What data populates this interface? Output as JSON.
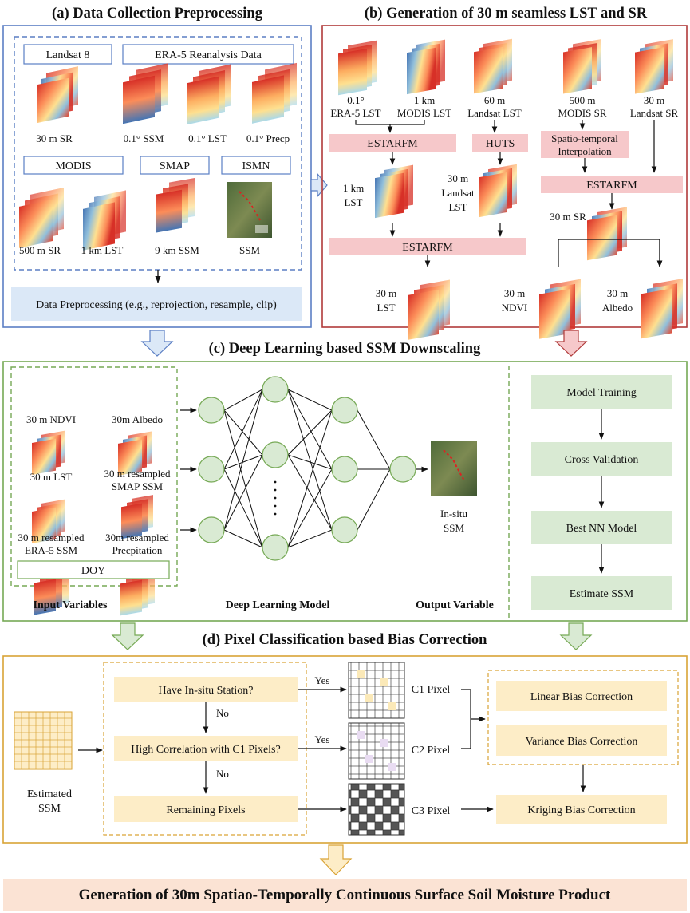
{
  "titles": {
    "a": "(a) Data Collection Preprocessing",
    "b": "(b) Generation of 30 m seamless LST and SR",
    "c": "(c) Deep Learning based SSM Downscaling",
    "d": "(d) Pixel Classification based Bias Correction"
  },
  "panel_a": {
    "sources": {
      "landsat": "Landsat 8",
      "era5": "ERA-5 Reanalysis Data",
      "modis": "MODIS",
      "smap": "SMAP",
      "ismn": "ISMN"
    },
    "tiles": {
      "sr30": "30 m SR",
      "ssm01": "0.1° SSM",
      "lst01": "0.1° LST",
      "precp01": "0.1° Precp",
      "sr500": "500 m SR",
      "lst1km": "1 km LST",
      "ssm9km": "9 km SSM",
      "ssm": "SSM"
    },
    "preprocess": "Data Preprocessing (e.g., reprojection, resample, clip)"
  },
  "panel_b": {
    "era5_lst_1": "0.1°",
    "era5_lst_2": "ERA-5 LST",
    "modis_lst_1": "1 km",
    "modis_lst_2": "MODIS LST",
    "landsat_lst_1": "60 m",
    "landsat_lst_2": "Landsat LST",
    "modis_sr_1": "500 m",
    "modis_sr_2": "MODIS SR",
    "landsat_sr_1": "30 m",
    "landsat_sr_2": "Landsat SR",
    "estarfm": "ESTARFM",
    "huts": "HUTS",
    "interp_1": "Spatio-temporal",
    "interp_2": "Interpolation",
    "lst1km_1": "1 km",
    "lst1km_2": "LST",
    "landsat30_1": "30 m",
    "landsat30_2": "Landsat",
    "landsat30_3": "LST",
    "sr30": "30 m SR",
    "out_lst_1": "30 m",
    "out_lst_2": "LST",
    "out_ndvi_1": "30 m",
    "out_ndvi_2": "NDVI",
    "out_albedo_1": "30 m",
    "out_albedo_2": "Albedo"
  },
  "panel_c": {
    "inputs": {
      "ndvi": "30 m NDVI",
      "albedo": "30m Albedo",
      "lst": "30 m LST",
      "smap_1": "30 m resampled",
      "smap_2": "SMAP SSM",
      "era5_1": "30 m resampled",
      "era5_2": "ERA-5 SSM",
      "precip_1": "30m resampled",
      "precip_2": "Precpitation",
      "doy": "DOY"
    },
    "insitu_1": "In-situ",
    "insitu_2": "SSM",
    "input_label": "Input Variables",
    "model_label": "Deep Learning Model",
    "output_label": "Output Variable",
    "steps": [
      "Model Training",
      "Cross Validation",
      "Best NN Model",
      "Estimate SSM"
    ]
  },
  "panel_d": {
    "estimated_1": "Estimated",
    "estimated_2": "SSM",
    "q1": "Have In-situ Station?",
    "q2": "High Correlation with C1 Pixels?",
    "q3": "Remaining Pixels",
    "yes": "Yes",
    "no": "No",
    "c1": "C1 Pixel",
    "c2": "C2 Pixel",
    "c3": "C3 Pixel",
    "linear": "Linear Bias Correction",
    "variance": "Variance Bias Correction",
    "kriging": "Kriging Bias Correction"
  },
  "final": "Generation of 30m Spatiao-Temporally Continuous Surface Soil Moisture Product",
  "colors": {
    "blue_frame": "#5b7fc4",
    "red_frame": "#b03a3a",
    "green_frame": "#76a955",
    "gold_frame": "#d9a336",
    "pink_box": "#f6c8ca",
    "green_box": "#d9ead3",
    "gold_box": "#fdedc7",
    "blue_box": "#dbe8f7",
    "final_band": "#fbe3d4"
  }
}
